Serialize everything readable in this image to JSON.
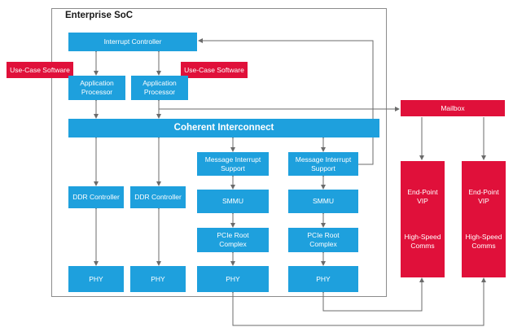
{
  "soc": {
    "title": "Enterprise SoC"
  },
  "blocks": {
    "interrupt_controller": "Interrupt Controller",
    "app_processor_1": "Application\nProcessor",
    "app_processor_2": "Application\nProcessor",
    "use_case_sw_1": "Use-Case Software",
    "use_case_sw_2": "Use-Case Software",
    "coherent_interconnect": "Coherent Interconnect",
    "mailbox": "Mailbox",
    "msi_1": "Message Interrupt\nSupport",
    "msi_2": "Message Interrupt\nSupport",
    "ddr_1": "DDR Controller",
    "ddr_2": "DDR Controller",
    "smmu_1": "SMMU",
    "smmu_2": "SMMU",
    "pcie_1": "PCIe Root\nComplex",
    "pcie_2": "PCIe Root\nComplex",
    "phy_1": "PHY",
    "phy_2": "PHY",
    "phy_3": "PHY",
    "phy_4": "PHY",
    "endpoint_1": "End-Point\nVIP\n\n\n\nHigh-Speed\nComms",
    "endpoint_2": "End-Point\nVIP\n\n\n\nHigh-Speed\nComms"
  },
  "colors": {
    "blue": "#1ea0dd",
    "red": "#e0103a",
    "wire": "#6b6b6b"
  }
}
